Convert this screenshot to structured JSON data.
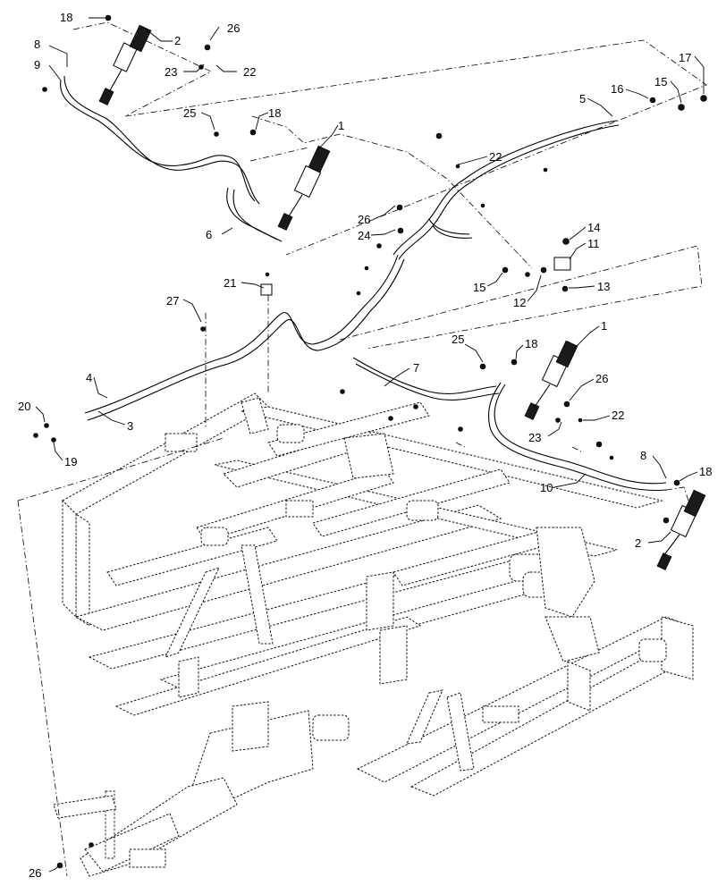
{
  "diagram": {
    "callouts": {
      "c18a": "18",
      "c2a": "2",
      "c26a": "26",
      "c8a": "8",
      "c9": "9",
      "c23a": "23",
      "c22a": "22",
      "c25a": "25",
      "c18b": "18",
      "c1a": "1",
      "c6": "6",
      "c5": "5",
      "c16": "16",
      "c17": "17",
      "c15a": "15",
      "c22b": "22",
      "c26b": "26",
      "c24": "24",
      "c14": "14",
      "c11": "11",
      "c15b": "15",
      "c12": "12",
      "c13": "13",
      "c21": "21",
      "c27": "27",
      "c4": "4",
      "c3": "3",
      "c20": "20",
      "c19": "19",
      "c25b": "25",
      "c18c": "18",
      "c1b": "1",
      "c7": "7",
      "c26c": "26",
      "c22c": "22",
      "c23b": "23",
      "c8b": "8",
      "c10": "10",
      "c18d": "18",
      "c2b": "2",
      "c26d": "26"
    }
  }
}
